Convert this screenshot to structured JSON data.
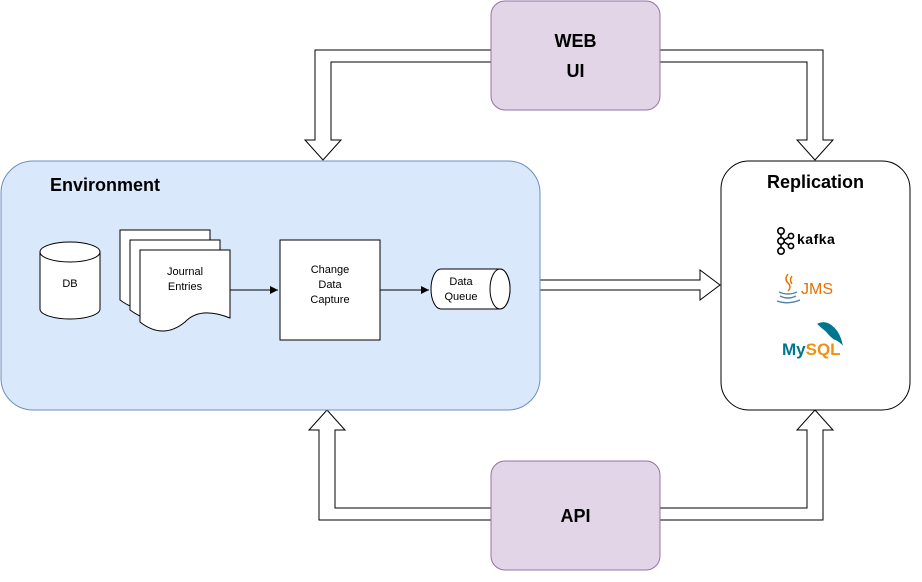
{
  "nodes": {
    "web_ui": {
      "line1": "WEB",
      "line2": "UI"
    },
    "api": {
      "label": "API"
    },
    "environment": {
      "title": "Environment"
    },
    "replication": {
      "title": "Replication"
    },
    "db": {
      "label": "DB"
    },
    "journal": {
      "line1": "Journal",
      "line2": "Entries"
    },
    "cdc": {
      "line1": "Change",
      "line2": "Data",
      "line3": "Capture"
    },
    "queue": {
      "line1": "Data",
      "line2": "Queue"
    }
  },
  "logos": {
    "kafka": "kafka",
    "jms": "JMS",
    "mysql_my": "My",
    "mysql_sql": "SQL"
  },
  "colors": {
    "purple_fill": "#e1d5e7",
    "purple_stroke": "#9673a6",
    "blue_fill": "#dae8fc",
    "blue_stroke": "#6c8ebf",
    "jms": "#e76f00",
    "mysql_blue": "#00758f",
    "mysql_orange": "#f29111"
  }
}
